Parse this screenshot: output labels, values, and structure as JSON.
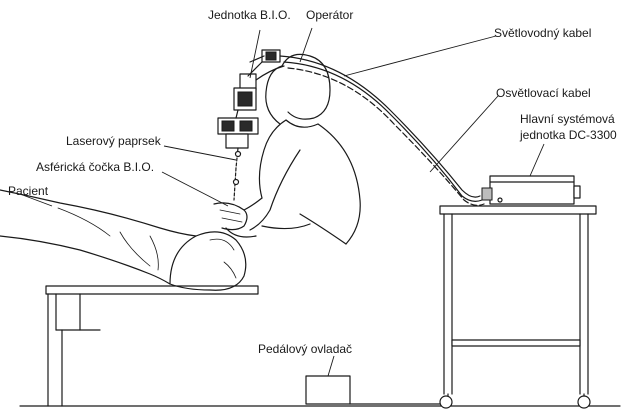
{
  "labels": {
    "bio_unit": "Jednotka B.I.O.",
    "operator": "Operátor",
    "light_cable": "Světlovodný kabel",
    "illumination_cable": "Osvětlovací kabel",
    "main_unit_line1": "Hlavní systémová",
    "main_unit_line2": "jednotka DC-3300",
    "laser_beam": "Laserový paprsek",
    "aspheric_lens": "Asférická čočka B.I.O.",
    "patient": "Pacient",
    "foot_pedal": "Pedálový ovladač"
  }
}
